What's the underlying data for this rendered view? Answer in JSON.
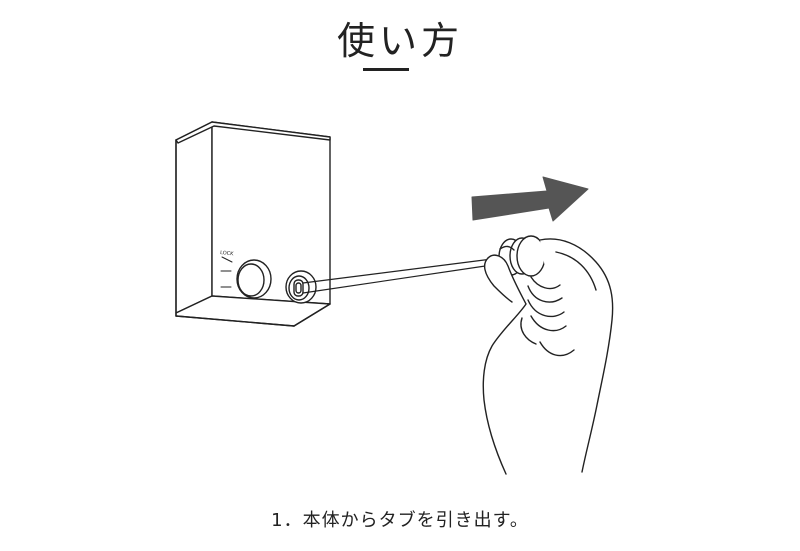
{
  "heading": {
    "title": "使い方"
  },
  "illustration": {
    "device_label": "LOCK"
  },
  "caption": {
    "text": "1．本体からタブを引き出す。"
  }
}
